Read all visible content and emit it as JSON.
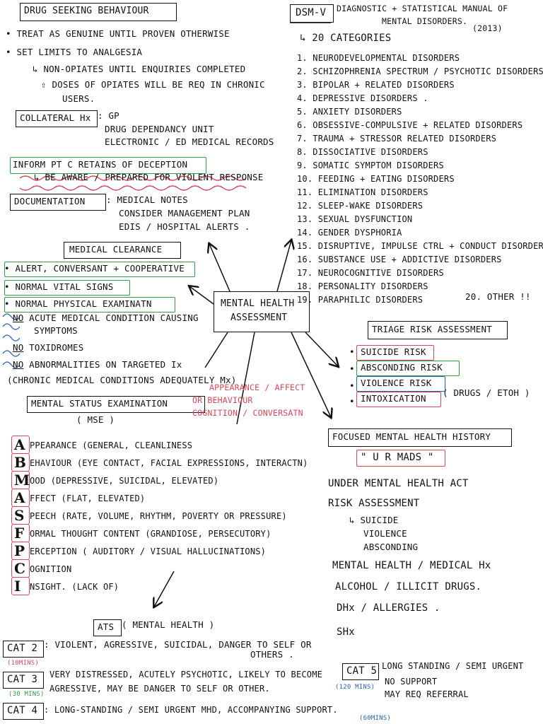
{
  "colors": {
    "ink": "#111111",
    "red": "#d9465a",
    "green": "#2e9e4a",
    "blue": "#2a5fb0"
  },
  "drug": {
    "title": "DRUG SEEKING BEHAVIOUR",
    "l1": "• TREAT AS GENUINE UNTIL PROVEN OTHERWISE",
    "l2": "• SET LIMITS TO ANALGESIA",
    "l3": "↳ NON-OPIATES UNTIL ENQUIRIES COMPLETED",
    "l4": "⇧ DOSES OF OPIATES WILL BE REQ IN CHRONIC",
    "l5": "USERS.",
    "collateral_label": "COLLATERAL Hx",
    "c1": ": GP",
    "c2": "DRUG DEPENDANCY UNIT",
    "c3": "ELECTRONIC / ED MEDICAL RECORDS",
    "inform": "INFORM PT C RETAINS OF DECEPTION",
    "beaware": "↳ BE AWARE / PREPARED FOR VIOLENT RESPONSE",
    "doc_label": "DOCUMENTATION",
    "d1": ": MEDICAL NOTES",
    "d2": "CONSIDER MANAGEMENT PLAN",
    "d3": "EDIS / HOSPITAL ALERTS ."
  },
  "dsm": {
    "title": "DSM-V",
    "subtitle1": "DIAGNOSTIC + STATISTICAL MANUAL OF",
    "subtitle2": "MENTAL DISORDERS.",
    "year": "(2013)",
    "categories": "↳ 20 CATEGORIES",
    "items": [
      "1. NEURODEVELOPMENTAL DISORDERS",
      "2. SCHIZOPHRENIA SPECTRUM / PSYCHOTIC DISORDERS",
      "3. BIPOLAR + RELATED DISORDERS",
      "4. DEPRESSIVE DISORDERS .",
      "5. ANXIETY DISORDERS",
      "6. OBSESSIVE-COMPULSIVE + RELATED DISORDERS",
      "7. TRAUMA + STRESSOR RELATED DISORDERS",
      "8. DISSOCIATIVE DISORDERS",
      "9. SOMATIC SYMPTOM DISORDERS",
      "10. FEEDING + EATING DISORDERS",
      "11. ELIMINATION DISORDERS",
      "12. SLEEP-WAKE DISORDERS",
      "13. SEXUAL DYSFUNCTION",
      "14. GENDER DYSPHORIA",
      "15. DISRUPTIVE, IMPULSE CTRL + CONDUCT DISORDER",
      "16. SUBSTANCE USE + ADDICTIVE DISORDERS",
      "17. NEUROCOGNITIVE DISORDERS",
      "18. PERSONALITY DISORDERS",
      "19. PARAPHILIC DISORDERS"
    ],
    "other": "20. OTHER !!"
  },
  "center": {
    "line1": "MENTAL HEALTH",
    "line2": "ASSESSMENT"
  },
  "medical": {
    "title": "MEDICAL CLEARANCE",
    "m1": "• ALERT, CONVERSANT + COOPERATIVE",
    "m2": "• NORMAL VITAL SIGNS",
    "m3": "• NORMAL PHYSICAL EXAMINATN",
    "m4a": "NO",
    "m4b": " ACUTE MEDICAL CONDITION CAUSING",
    "m4c": "SYMPTOMS",
    "m5a": "NO",
    "m5b": " TOXIDROMES",
    "m6a": "NO",
    "m6b": " ABNORMALITIES ON TARGETED Ix",
    "m7": "(CHRONIC MEDICAL CONDITIONS ADEQUATELY Mx)"
  },
  "mse": {
    "title": "MENTAL STATUS EXAMINATION",
    "abbr": "( MSE )",
    "note1": "APPEARANCE / AFFECT",
    "note2": "OR BEHAVIOUR",
    "note3": "COGNITION / CONVERSATN",
    "items": [
      {
        "letter": "A",
        "rest": "PPEARANCE (GENERAL, CLEANLINESS"
      },
      {
        "letter": "B",
        "rest": "EHAVIOUR (EYE CONTACT, FACIAL EXPRESSIONS, INTERACTN)"
      },
      {
        "letter": "M",
        "rest": "OOD (DEPRESSIVE, SUICIDAL, ELEVATED)"
      },
      {
        "letter": "A",
        "rest": "FFECT (FLAT, ELEVATED)"
      },
      {
        "letter": "S",
        "rest": "PEECH (RATE, VOLUME, RHYTHM, POVERTY OR PRESSURE)"
      },
      {
        "letter": "F",
        "rest": "ORMAL THOUGHT CONTENT (GRANDIOSE, PERSECUTORY)"
      },
      {
        "letter": "P",
        "rest": "ERCEPTION ( AUDITORY / VISUAL HALLUCINATIONS)"
      },
      {
        "letter": "C",
        "rest": "OGNITION"
      },
      {
        "letter": "I",
        "rest": "NSIGHT. (LACK OF)"
      }
    ]
  },
  "risk": {
    "title": "TRIAGE RISK ASSESSMENT",
    "r1": "SUICIDE RISK",
    "r2": "ABSCONDING RISK",
    "r3": "VIOLENCE RISK",
    "r4": "INTOXICATION",
    "r4b": "( DRUGS / ETOH )"
  },
  "fmhh": {
    "title": "FOCUSED MENTAL HEALTH HISTORY",
    "abbr": "\" U R MADS \"",
    "u": "UNDER MENTAL HEALTH ACT",
    "r": "RISK ASSESSMENT",
    "r1": "↳ SUICIDE",
    "r2": "VIOLENCE",
    "r3": "ABSCONDING",
    "m": "MENTAL HEALTH / MEDICAL Hx",
    "a": "ALCOHOL / ILLICIT DRUGS.",
    "d": "DHx / ALLERGIES .",
    "s": "SHx"
  },
  "ats": {
    "title": "ATS",
    "sub": "( MENTAL HEALTH )",
    "cat2": "CAT 2",
    "cat2_time": "(10MINS)",
    "cat2_text1": ": VIOLENT, AGRESSIVE, SUICIDAL, DANGER TO SELF OR",
    "cat2_text2": "OTHERS .",
    "cat3": "CAT 3",
    "cat3_time": "(30 MINS)",
    "cat3_text1": "VERY DISTRESSED, ACUTELY PSYCHOTIC, LIKELY TO BECOME",
    "cat3_text2": "AGRESSIVE, MAY BE DANGER TO SELF OR OTHER.",
    "cat4": "CAT 4",
    "cat4_time": "(60MINS)",
    "cat4_text": ": LONG-STANDING / SEMI URGENT MHD, ACCOMPANYING SUPPORT.",
    "cat5": "CAT 5",
    "cat5_time": "(120 MINS)",
    "cat5_text1": "LONG STANDING / SEMI URGENT",
    "cat5_text2": "NO SUPPORT",
    "cat5_text3": "MAY REQ REFERRAL"
  }
}
